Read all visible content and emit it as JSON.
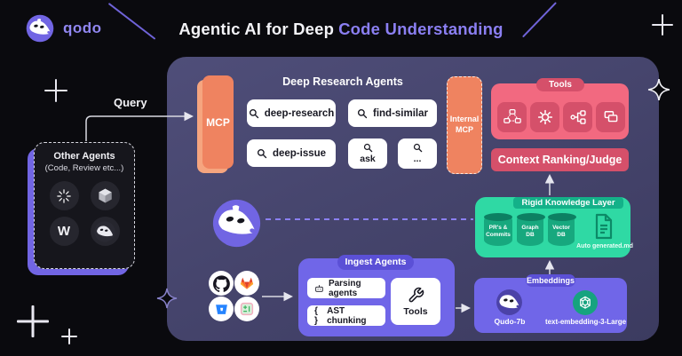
{
  "header": {
    "logo": "qodo",
    "title_white": "Agentic AI for Deep",
    "title_purple": "Code Understanding"
  },
  "left": {
    "query": "Query",
    "other_agents_title": "Other Agents",
    "other_agents_subtitle": "(Code, Review etc...)",
    "w_agent_glyph": "W"
  },
  "mcp": {
    "label": "MCP"
  },
  "internal_mcp": {
    "label": "Internal MCP"
  },
  "deep_research": {
    "title": "Deep Research Agents",
    "buttons": [
      {
        "label": "deep-research"
      },
      {
        "label": "find-similar"
      },
      {
        "label": "deep-issue"
      },
      {
        "label": "ask"
      },
      {
        "label": "..."
      }
    ]
  },
  "tools_panel": {
    "label": "Tools"
  },
  "context_ranking": {
    "label": "Context Ranking/Judge"
  },
  "knowledge": {
    "label": "Rigid Knowledge Layer",
    "databases": [
      {
        "line1": "PR's &",
        "line2": "Commits"
      },
      {
        "line1": "Graph",
        "line2": "DB"
      },
      {
        "line1": "Vector",
        "line2": "DB"
      }
    ],
    "doc_caption": "Auto generated.md"
  },
  "ingest": {
    "label": "Ingest Agents",
    "parsing": "Parsing agents",
    "ast_icon": "{ }",
    "ast": "AST chunking",
    "tools": "Tools"
  },
  "embeddings": {
    "label": "Embeddings",
    "model1": "Qudo-7b",
    "model2": "text-embedding-3-Large"
  },
  "colors": {
    "accent_purple": "#7165e3",
    "panel_purple": "#46456d",
    "orange": "#ef8360",
    "pink": "#f26980",
    "crimson": "#d5506a",
    "green": "#2fd9a4",
    "title_purple": "#8b7ff2",
    "background": "#0a0a0e"
  }
}
